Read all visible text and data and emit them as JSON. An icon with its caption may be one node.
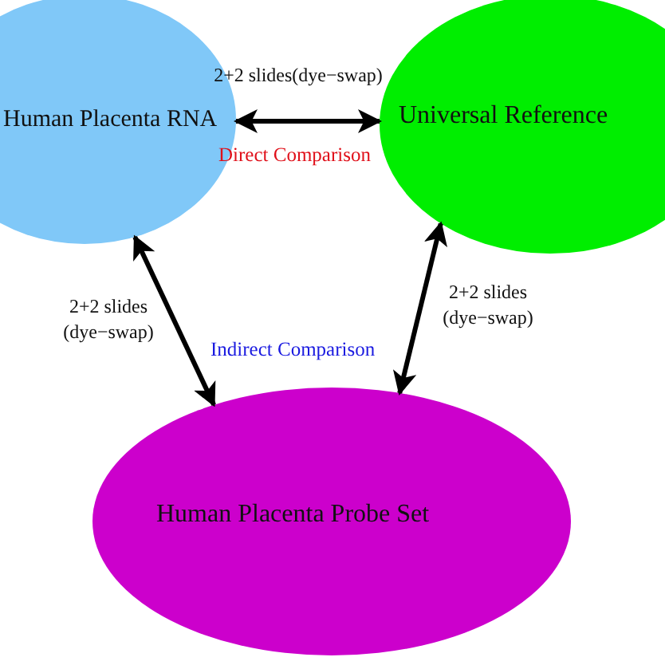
{
  "diagram": {
    "nodes": [
      {
        "text": [
          "Human Placenta RNA"
        ]
      },
      {
        "text": [
          "Universal Reference"
        ]
      },
      {
        "text": [
          "Human Placenta Probe Set"
        ]
      }
    ],
    "edges": [
      {
        "from": 0,
        "to": 1,
        "arrow": "both",
        "label": "2+2 slides(dye−swap)"
      },
      {
        "from": 0,
        "to": 2,
        "arrow": "both",
        "label": "2+2 slides (dye−swap)"
      },
      {
        "from": 1,
        "to": 2,
        "arrow": "both",
        "label": "2+2 slides (dye−swap)"
      }
    ],
    "labels": [
      "Direct Comparison",
      "Indirect Comparison"
    ]
  }
}
